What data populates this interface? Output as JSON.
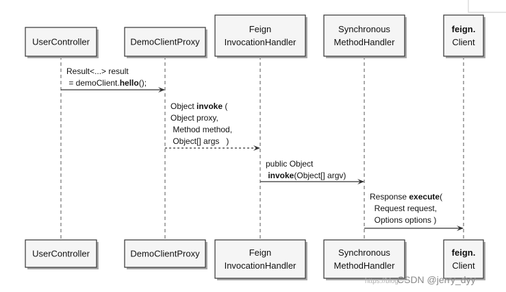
{
  "participants": [
    {
      "id": "user-controller",
      "lines": [
        "UserController"
      ],
      "bold": false
    },
    {
      "id": "demo-client-proxy",
      "lines": [
        "DemoClientProxy"
      ],
      "bold": false
    },
    {
      "id": "feign-invocation-handler",
      "lines": [
        "Feign",
        "InvocationHandler"
      ],
      "bold": false
    },
    {
      "id": "synchronous-method-handler",
      "lines": [
        "Synchronous",
        "MethodHandler"
      ],
      "bold": false
    },
    {
      "id": "feign-client",
      "lines": [
        "feign.",
        "Client"
      ],
      "bold_first_line": true
    }
  ],
  "messages": [
    {
      "id": "msg-hello",
      "from": "user-controller",
      "to": "demo-client-proxy",
      "style": "solid",
      "lines": [
        [
          {
            "t": "Result<...> result",
            "b": false
          }
        ],
        [
          {
            "t": " = demoClient.",
            "b": false
          },
          {
            "t": "hello",
            "b": true
          },
          {
            "t": "();",
            "b": false
          }
        ]
      ]
    },
    {
      "id": "msg-invoke",
      "from": "demo-client-proxy",
      "to": "feign-invocation-handler",
      "style": "dashed",
      "lines": [
        [
          {
            "t": "Object ",
            "b": false
          },
          {
            "t": "invoke",
            "b": true
          },
          {
            "t": " (",
            "b": false
          }
        ],
        [
          {
            "t": "Object proxy,",
            "b": false
          }
        ],
        [
          {
            "t": " Method method,",
            "b": false
          }
        ],
        [
          {
            "t": " Object[] args   )",
            "b": false
          }
        ]
      ]
    },
    {
      "id": "msg-public-invoke",
      "from": "feign-invocation-handler",
      "to": "synchronous-method-handler",
      "style": "solid",
      "lines": [
        [
          {
            "t": "public Object",
            "b": false
          }
        ],
        [
          {
            "t": " ",
            "b": false
          },
          {
            "t": "invoke",
            "b": true
          },
          {
            "t": "(Object[] argv)",
            "b": false
          }
        ]
      ]
    },
    {
      "id": "msg-execute",
      "from": "synchronous-method-handler",
      "to": "feign-client",
      "style": "solid",
      "lines": [
        [
          {
            "t": "Response ",
            "b": false
          },
          {
            "t": "execute",
            "b": true
          },
          {
            "t": "(",
            "b": false
          }
        ],
        [
          {
            "t": "  Request request,",
            "b": false
          }
        ],
        [
          {
            "t": "  Options options )",
            "b": false
          }
        ]
      ]
    }
  ],
  "watermark": {
    "text": "CSDN @jerry_dyy",
    "prefix": "https://blog."
  }
}
